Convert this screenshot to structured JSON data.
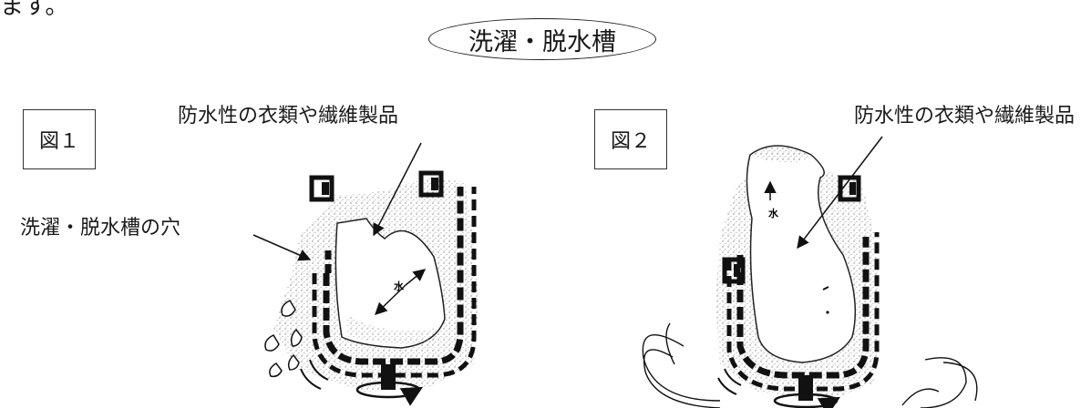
{
  "top_fragment": "ます。",
  "title": "洗濯・脱水槽",
  "figure1": {
    "box_label": "図１",
    "label_fabric": "防水性の衣類や繊維製品",
    "label_hole": "洗濯・脱水槽の穴",
    "label_water": "水"
  },
  "figure2": {
    "box_label": "図２",
    "label_fabric": "防水性の衣類や繊維製品",
    "label_water": "水"
  },
  "colors": {
    "ink": "#1a1a1a",
    "stipple": "#8a8a8a",
    "tub_wall": "#111111"
  }
}
